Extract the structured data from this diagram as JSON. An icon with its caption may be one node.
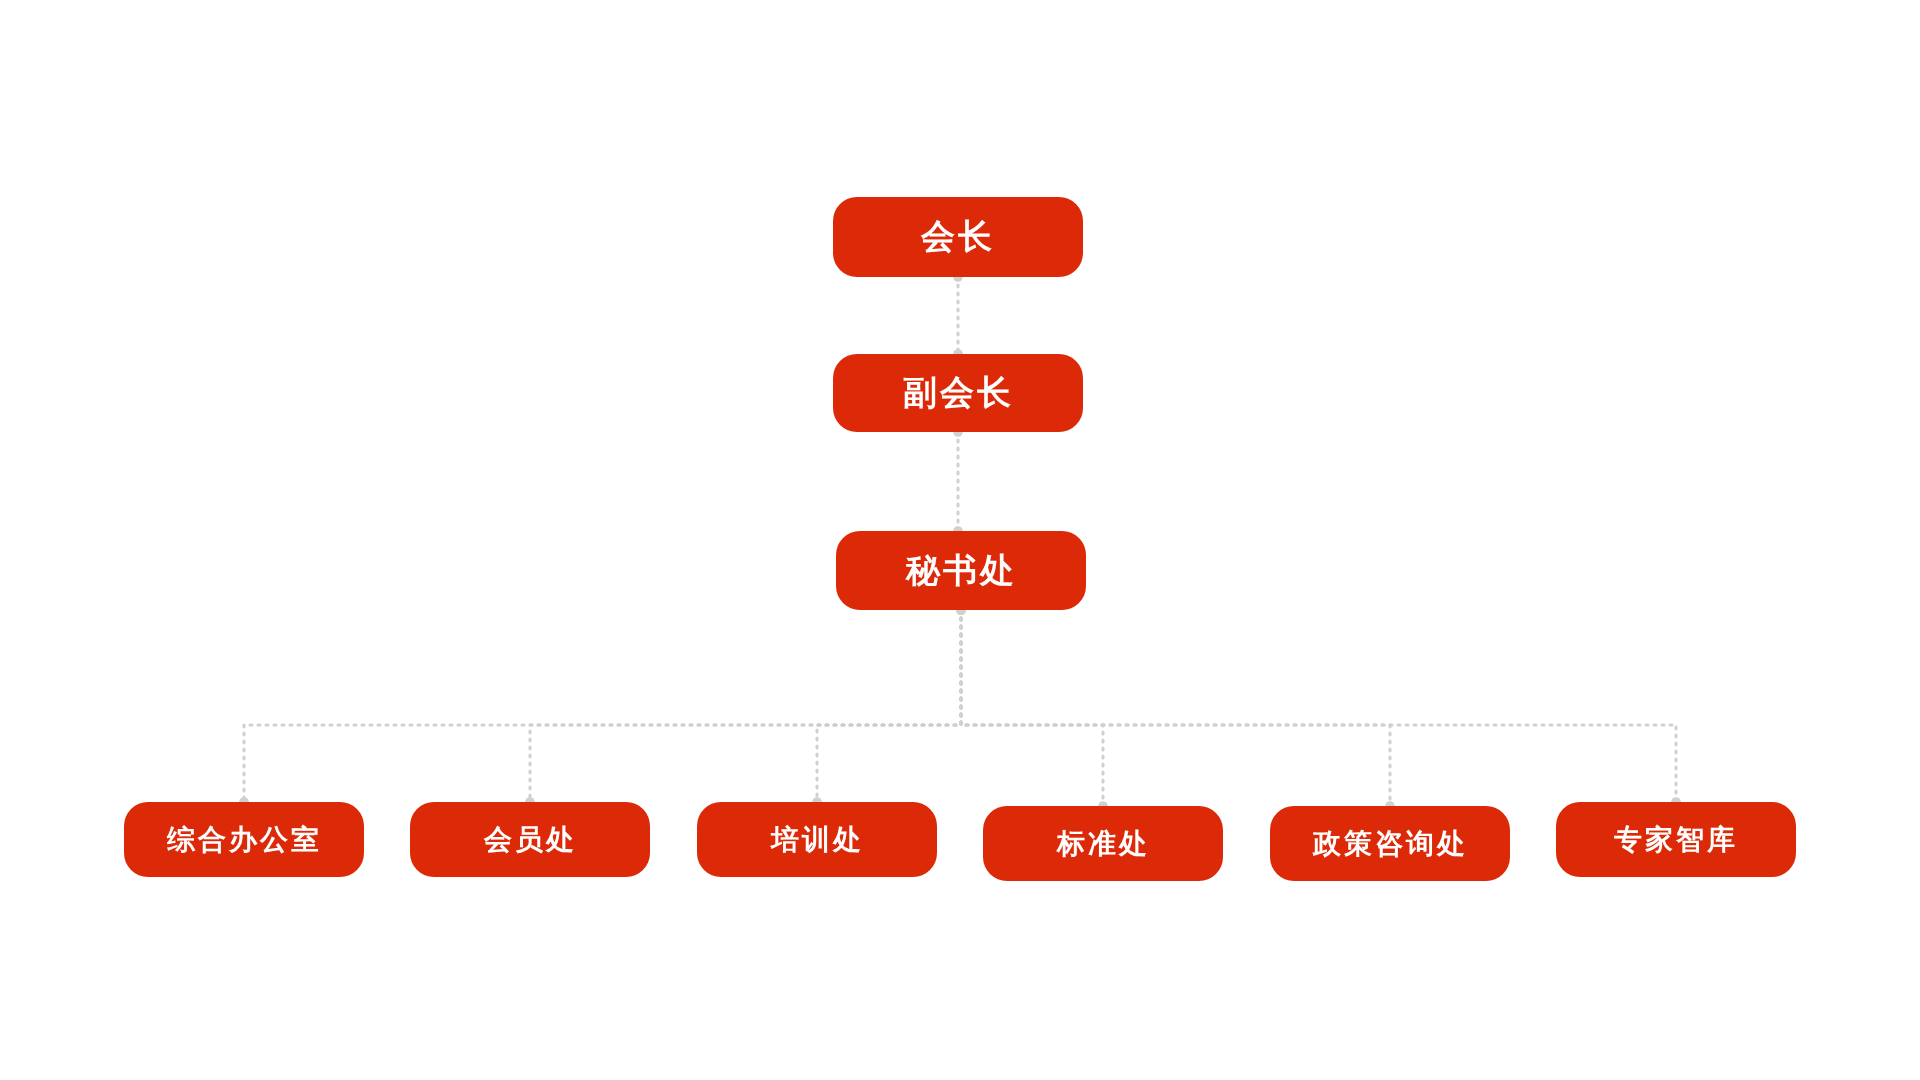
{
  "diagram": {
    "nodes": [
      {
        "text": [
          "会长"
        ]
      },
      {
        "text": [
          "副会长"
        ]
      },
      {
        "text": [
          "秘书处"
        ]
      },
      {
        "text": [
          "综合办公室"
        ]
      },
      {
        "text": [
          "会员处"
        ]
      },
      {
        "text": [
          "培训处"
        ]
      },
      {
        "text": [
          "标准处"
        ]
      },
      {
        "text": [
          "政策咨询处"
        ]
      },
      {
        "text": [
          "专家智库"
        ]
      }
    ],
    "edges": [
      {
        "from": 0,
        "to": 1,
        "arrow": "other",
        "style": "dashed"
      },
      {
        "from": 1,
        "to": 2,
        "arrow": "other",
        "style": "dashed"
      },
      {
        "from": 2,
        "to": 3,
        "arrow": "other",
        "style": "dashed"
      },
      {
        "from": 2,
        "to": 4,
        "arrow": "other",
        "style": "dashed"
      },
      {
        "from": 2,
        "to": 5,
        "arrow": "other",
        "style": "dashed"
      },
      {
        "from": 2,
        "to": 6,
        "arrow": "other",
        "style": "dashed"
      },
      {
        "from": 2,
        "to": 7,
        "arrow": "other",
        "style": "dashed"
      },
      {
        "from": 2,
        "to": 8,
        "arrow": "other",
        "style": "dashed"
      }
    ]
  }
}
